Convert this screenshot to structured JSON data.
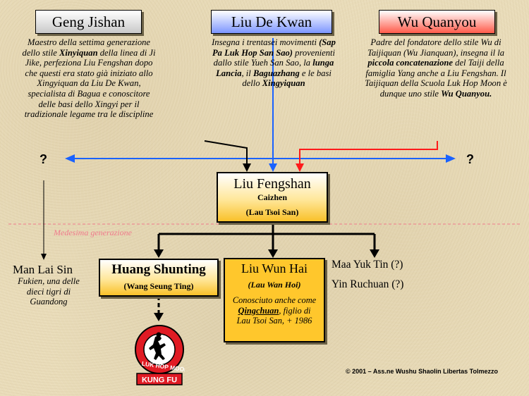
{
  "masters": [
    {
      "name": "Geng Jishan",
      "description_html": "Maestro della settima generazione dello stile <b>Xinyiquan</b> della linea di Ji Jike, perfeziona Liu Fengshan dopo che questi era stato già iniziato allo Xingyiquan  da Liu De Kwan, specialista di Bagua e conoscitore delle basi dello Xingyi per il tradizionale legame tra le discipline"
    },
    {
      "name": "Liu De Kwan",
      "description_html": "Insegna i trentasei movimenti <b>(Sap Pa Luk Hop San Sao)</b> provenienti dallo stile Yueh San Sao, la <b>lunga Lancia</b>, il <b>Baguazhang</b> e le basi dello <b>Xingyiquan</b>"
    },
    {
      "name": "Wu Quanyou",
      "description_html": "Padre del fondatore dello stile Wu di Taijiquan (Wu Jianquan), insegna il la <b>piccola concatenazione</b> del Taiji della famiglia Yang anche a Liu Fengshan. Il Taijiquan della Scuola Luk Hop Moon è dunque uno stile <b>Wu Quanyou.</b>"
    }
  ],
  "unknown_left": "?",
  "unknown_right": "?",
  "center": {
    "name": "Liu Fengshan",
    "alias": "Caizhen",
    "cantonese": "(Lau Tsoi San)"
  },
  "generation_label": "Medesima generazione",
  "man_lai_sin": {
    "name": "Man Lai Sin",
    "description": "Fukien, una delle dieci tigri di Guandong"
  },
  "huang": {
    "name": "Huang Shunting",
    "cantonese": "(Wang Seung Ting)"
  },
  "liu_wun_hai": {
    "name": "Liu Wun Hai",
    "cantonese": "(Lau Wan Hoi)",
    "description_html": "Conosciuto anche come <b><u>Qingchuan</u></b>, figlio di Lau Tsoi San, + 1986"
  },
  "others": [
    "Maa Yuk Tin (?)",
    "Yin Ruchuan (?)"
  ],
  "logo": {
    "top_text": "LUK HOP MOON",
    "bottom_text": "KUNG FU"
  },
  "copyright": "© 2001 – Ass.ne Wushu Shaolin Libertas Tolmezzo",
  "colors": {
    "blue_line": "#1a62ff",
    "red_line": "#ff1a1a",
    "logo_red": "#e01b24"
  }
}
